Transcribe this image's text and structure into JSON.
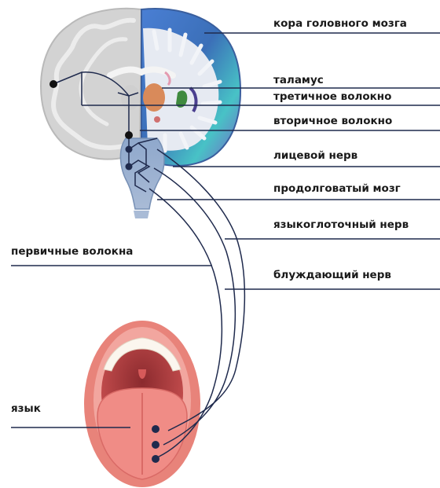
{
  "labels": {
    "cortex": "кора головного мозга",
    "thalamus": "таламус",
    "tertiary_fiber": "третичное волокно",
    "secondary_fiber": "вторичное волокно",
    "facial_nerve": "лицевой нерв",
    "medulla": "продолговатый мозг",
    "glossopharyngeal_nerve": "языкоглоточный нерв",
    "primary_fibers": "первичные волокна",
    "vagus_nerve": "блуждающий нерв",
    "tongue": "язык"
  },
  "colors": {
    "nerve_line": "#1f2a4d",
    "brain_gray": "#c9c9c9",
    "cortex_blue": "#4a7fd4",
    "cortex_teal": "#48c2c6",
    "cortex_purple": "#7a5fc7",
    "thalamus_orange": "#d98a5a",
    "brainstem_blue": "#7f9cc4",
    "mouth_lips": "#e8837a",
    "tongue_pink": "#f08c86"
  }
}
